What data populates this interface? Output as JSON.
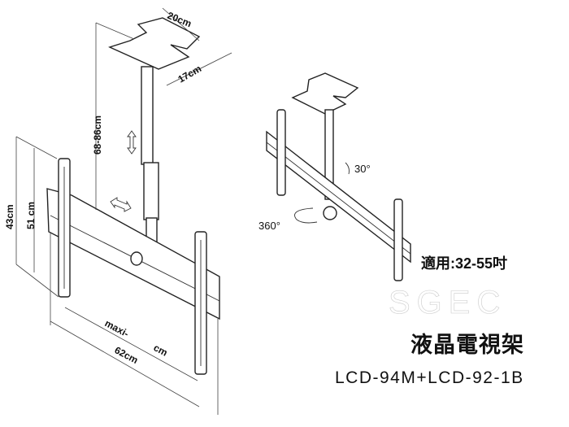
{
  "dimensions": {
    "plate_width": "20cm",
    "plate_depth": "17cm",
    "pole_length": "68-86cm",
    "height_outer": "43cm",
    "height_inner": "51 cm",
    "width_prefix": "maxi-",
    "width_value": "62cm",
    "width_suffix": "cm"
  },
  "rotation": {
    "tilt": "30°",
    "swivel": "360°"
  },
  "product": {
    "spec": "適用:32-55吋",
    "watermark": "SGEC",
    "title": "液晶電視架",
    "model": "LCD-94M+LCD-92-1B"
  }
}
